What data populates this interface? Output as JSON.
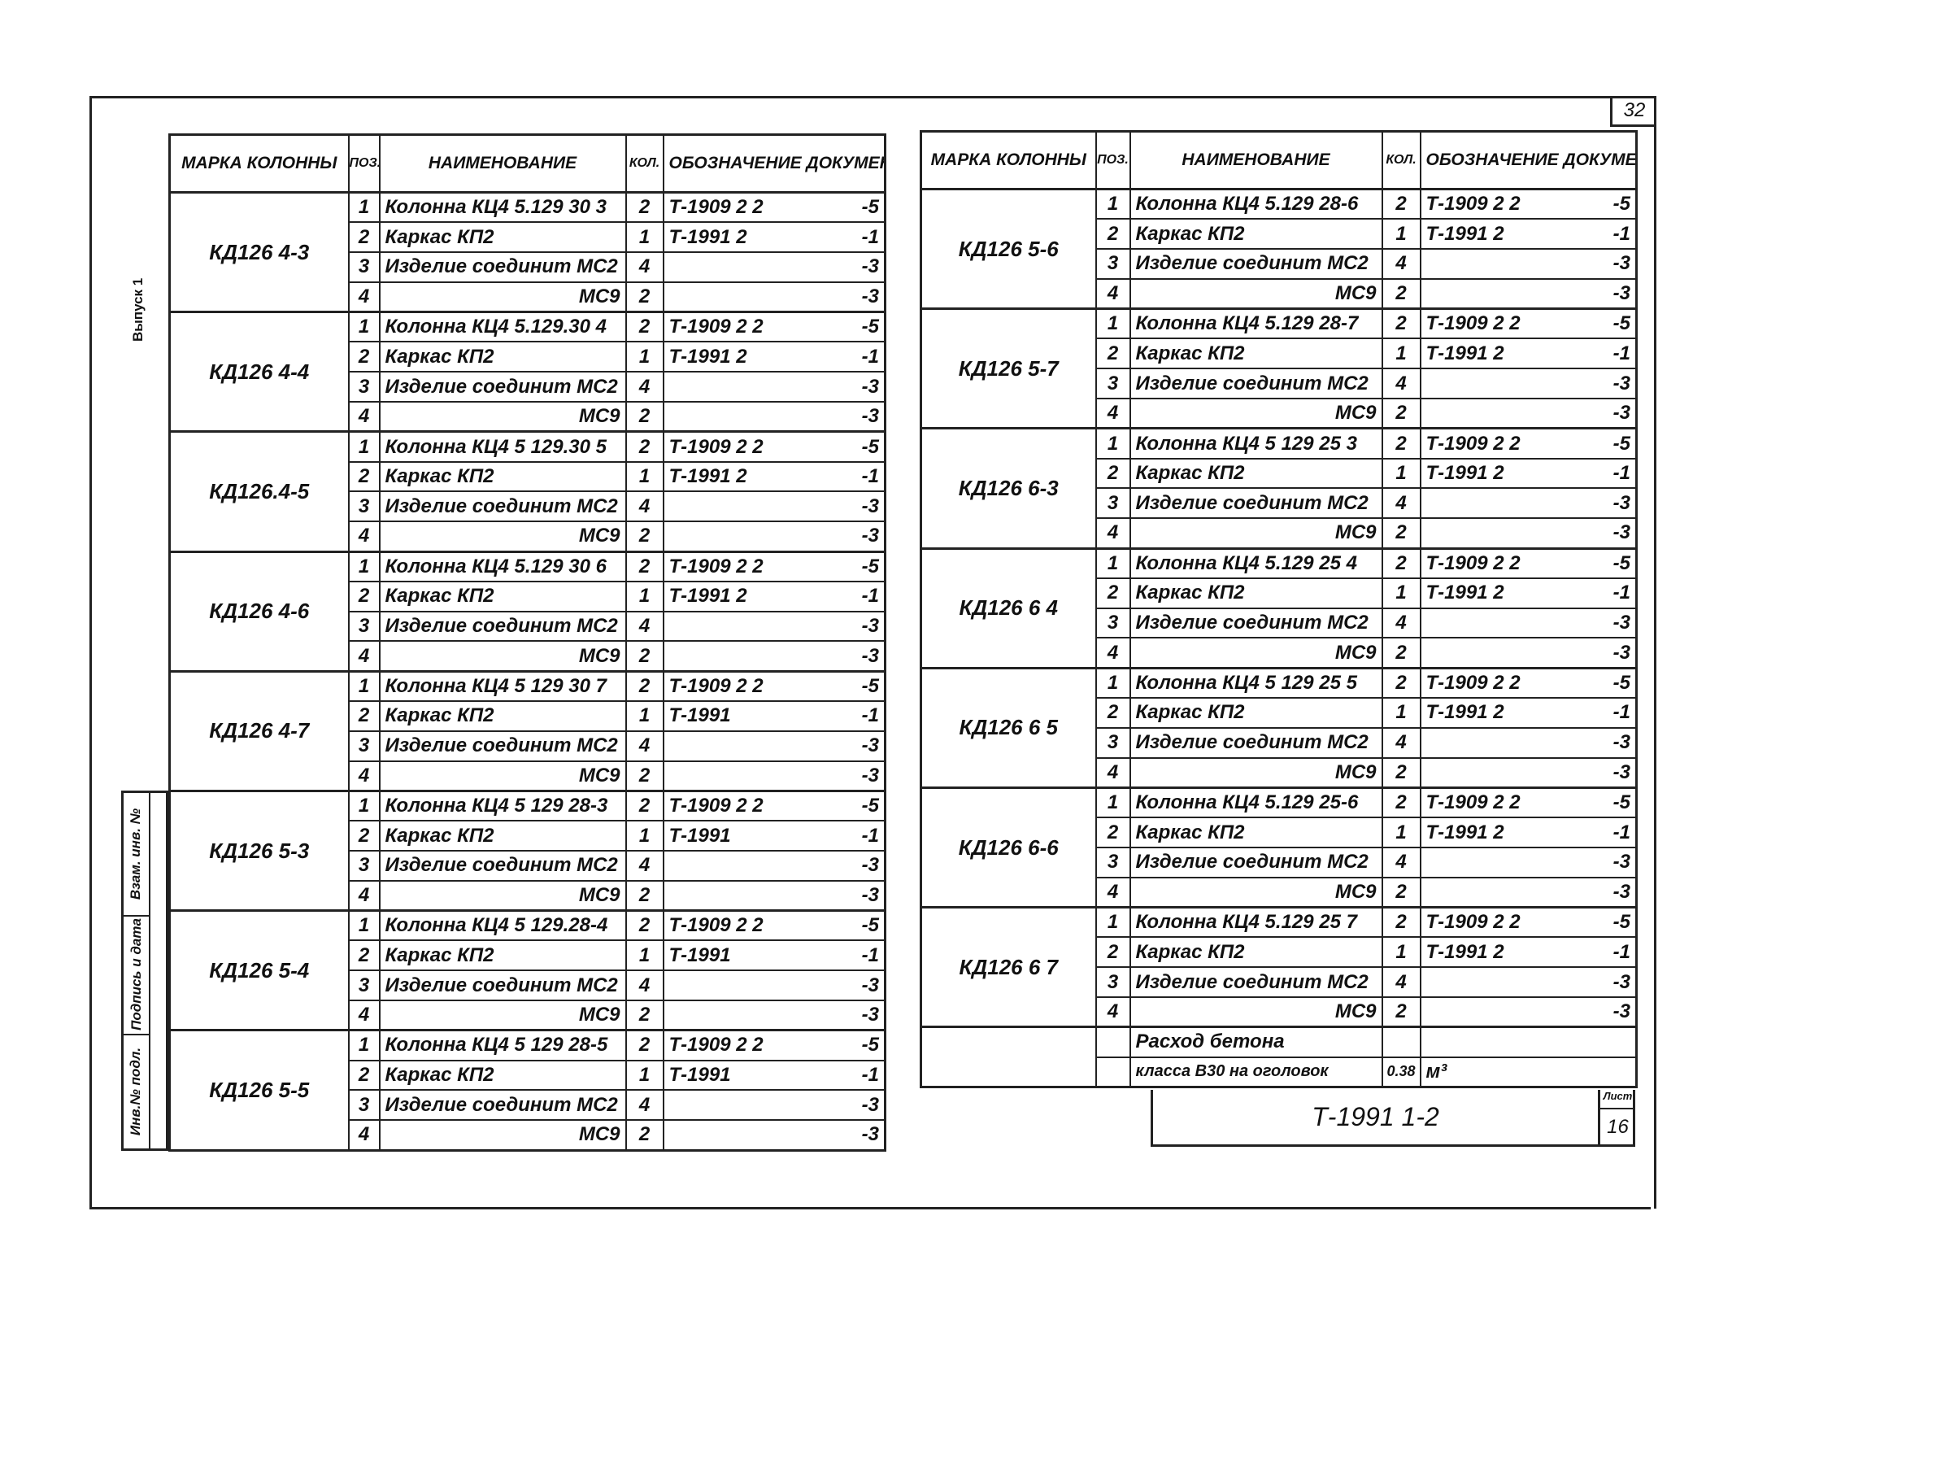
{
  "page_number": "32",
  "side_label": "Выпуск 1",
  "stamp": {
    "col1": "Инв.№ подл.",
    "col2": "Подпись и дата",
    "col3": "Взам. инв. №"
  },
  "headers": {
    "mark": "Марка колонны",
    "pos": "Поз.",
    "name": "Наименование",
    "qty": "Кол.",
    "doc": "Обозначение документа"
  },
  "left_table": [
    {
      "mark": "КД126 4-3",
      "rows": [
        {
          "pos": "1",
          "name": "Колонна КЦ4 5.129 30 3",
          "qty": "2",
          "doc": "Т-1909 2 2",
          "suffix": "-5"
        },
        {
          "pos": "2",
          "name": "Каркас КП2",
          "qty": "1",
          "doc": "Т-1991 2",
          "suffix": "-1"
        },
        {
          "pos": "3",
          "name": "Изделие соединит МС2",
          "qty": "4",
          "doc": "",
          "suffix": "-3"
        },
        {
          "pos": "4",
          "name": "МС9",
          "qty": "2",
          "doc": "",
          "suffix": "-3"
        }
      ]
    },
    {
      "mark": "КД126 4-4",
      "rows": [
        {
          "pos": "1",
          "name": "Колонна КЦ4 5.129.30 4",
          "qty": "2",
          "doc": "Т-1909 2 2",
          "suffix": "-5"
        },
        {
          "pos": "2",
          "name": "Каркас КП2",
          "qty": "1",
          "doc": "Т-1991 2",
          "suffix": "-1"
        },
        {
          "pos": "3",
          "name": "Изделие соединит МС2",
          "qty": "4",
          "doc": "",
          "suffix": "-3"
        },
        {
          "pos": "4",
          "name": "МС9",
          "qty": "2",
          "doc": "",
          "suffix": "-3"
        }
      ]
    },
    {
      "mark": "КД126.4-5",
      "rows": [
        {
          "pos": "1",
          "name": "Колонна КЦ4 5 129.30 5",
          "qty": "2",
          "doc": "Т-1909 2 2",
          "suffix": "-5"
        },
        {
          "pos": "2",
          "name": "Каркас КП2",
          "qty": "1",
          "doc": "Т-1991 2",
          "suffix": "-1"
        },
        {
          "pos": "3",
          "name": "Изделие соединит МС2",
          "qty": "4",
          "doc": "",
          "suffix": "-3"
        },
        {
          "pos": "4",
          "name": "МС9",
          "qty": "2",
          "doc": "",
          "suffix": "-3"
        }
      ]
    },
    {
      "mark": "КД126 4-6",
      "rows": [
        {
          "pos": "1",
          "name": "Колонна КЦ4 5.129 30 6",
          "qty": "2",
          "doc": "Т-1909 2 2",
          "suffix": "-5"
        },
        {
          "pos": "2",
          "name": "Каркас КП2",
          "qty": "1",
          "doc": "Т-1991 2",
          "suffix": "-1"
        },
        {
          "pos": "3",
          "name": "Изделие соединит МС2",
          "qty": "4",
          "doc": "",
          "suffix": "-3"
        },
        {
          "pos": "4",
          "name": "МС9",
          "qty": "2",
          "doc": "",
          "suffix": "-3"
        }
      ]
    },
    {
      "mark": "КД126 4-7",
      "rows": [
        {
          "pos": "1",
          "name": "Колонна КЦ4 5 129 30 7",
          "qty": "2",
          "doc": "Т-1909 2 2",
          "suffix": "-5"
        },
        {
          "pos": "2",
          "name": "Каркас КП2",
          "qty": "1",
          "doc": "Т-1991",
          "suffix": "-1"
        },
        {
          "pos": "3",
          "name": "Изделие соединит МС2",
          "qty": "4",
          "doc": "",
          "suffix": "-3"
        },
        {
          "pos": "4",
          "name": "МС9",
          "qty": "2",
          "doc": "",
          "suffix": "-3"
        }
      ]
    },
    {
      "mark": "КД126 5-3",
      "rows": [
        {
          "pos": "1",
          "name": "Колонна КЦ4 5 129 28-3",
          "qty": "2",
          "doc": "Т-1909 2 2",
          "suffix": "-5"
        },
        {
          "pos": "2",
          "name": "Каркас КП2",
          "qty": "1",
          "doc": "Т-1991",
          "suffix": "-1"
        },
        {
          "pos": "3",
          "name": "Изделие соединит МС2",
          "qty": "4",
          "doc": "",
          "suffix": "-3"
        },
        {
          "pos": "4",
          "name": "МС9",
          "qty": "2",
          "doc": "",
          "suffix": "-3"
        }
      ]
    },
    {
      "mark": "КД126 5-4",
      "rows": [
        {
          "pos": "1",
          "name": "Колонна КЦ4 5 129.28-4",
          "qty": "2",
          "doc": "Т-1909 2 2",
          "suffix": "-5"
        },
        {
          "pos": "2",
          "name": "Каркас КП2",
          "qty": "1",
          "doc": "Т-1991",
          "suffix": "-1"
        },
        {
          "pos": "3",
          "name": "Изделие соединит МС2",
          "qty": "4",
          "doc": "",
          "suffix": "-3"
        },
        {
          "pos": "4",
          "name": "МС9",
          "qty": "2",
          "doc": "",
          "suffix": "-3"
        }
      ]
    },
    {
      "mark": "КД126 5-5",
      "rows": [
        {
          "pos": "1",
          "name": "Колонна КЦ4 5 129 28-5",
          "qty": "2",
          "doc": "Т-1909 2 2",
          "suffix": "-5"
        },
        {
          "pos": "2",
          "name": "Каркас КП2",
          "qty": "1",
          "doc": "Т-1991",
          "suffix": "-1"
        },
        {
          "pos": "3",
          "name": "Изделие соединит МС2",
          "qty": "4",
          "doc": "",
          "suffix": "-3"
        },
        {
          "pos": "4",
          "name": "МС9",
          "qty": "2",
          "doc": "",
          "suffix": "-3"
        }
      ]
    }
  ],
  "right_table": [
    {
      "mark": "КД126 5-6",
      "rows": [
        {
          "pos": "1",
          "name": "Колонна КЦ4 5.129 28-6",
          "qty": "2",
          "doc": "Т-1909 2 2",
          "suffix": "-5"
        },
        {
          "pos": "2",
          "name": "Каркас КП2",
          "qty": "1",
          "doc": "Т-1991 2",
          "suffix": "-1"
        },
        {
          "pos": "3",
          "name": "Изделие соединит МС2",
          "qty": "4",
          "doc": "",
          "suffix": "-3"
        },
        {
          "pos": "4",
          "name": "МС9",
          "qty": "2",
          "doc": "",
          "suffix": "-3"
        }
      ]
    },
    {
      "mark": "КД126 5-7",
      "rows": [
        {
          "pos": "1",
          "name": "Колонна КЦ4 5.129 28-7",
          "qty": "2",
          "doc": "Т-1909 2 2",
          "suffix": "-5"
        },
        {
          "pos": "2",
          "name": "Каркас КП2",
          "qty": "1",
          "doc": "Т-1991 2",
          "suffix": "-1"
        },
        {
          "pos": "3",
          "name": "Изделие соединит МС2",
          "qty": "4",
          "doc": "",
          "suffix": "-3"
        },
        {
          "pos": "4",
          "name": "МС9",
          "qty": "2",
          "doc": "",
          "suffix": "-3"
        }
      ]
    },
    {
      "mark": "КД126 6-3",
      "rows": [
        {
          "pos": "1",
          "name": "Колонна КЦ4 5 129 25 3",
          "qty": "2",
          "doc": "Т-1909 2 2",
          "suffix": "-5"
        },
        {
          "pos": "2",
          "name": "Каркас КП2",
          "qty": "1",
          "doc": "Т-1991 2",
          "suffix": "-1"
        },
        {
          "pos": "3",
          "name": "Изделие соединит МС2",
          "qty": "4",
          "doc": "",
          "suffix": "-3"
        },
        {
          "pos": "4",
          "name": "МС9",
          "qty": "2",
          "doc": "",
          "suffix": "-3"
        }
      ]
    },
    {
      "mark": "КД126 6 4",
      "rows": [
        {
          "pos": "1",
          "name": "Колонна КЦ4 5.129 25 4",
          "qty": "2",
          "doc": "Т-1909 2 2",
          "suffix": "-5"
        },
        {
          "pos": "2",
          "name": "Каркас КП2",
          "qty": "1",
          "doc": "Т-1991 2",
          "suffix": "-1"
        },
        {
          "pos": "3",
          "name": "Изделие соединит МС2",
          "qty": "4",
          "doc": "",
          "suffix": "-3"
        },
        {
          "pos": "4",
          "name": "МС9",
          "qty": "2",
          "doc": "",
          "suffix": "-3"
        }
      ]
    },
    {
      "mark": "КД126 6 5",
      "rows": [
        {
          "pos": "1",
          "name": "Колонна КЦ4 5 129 25 5",
          "qty": "2",
          "doc": "Т-1909 2 2",
          "suffix": "-5"
        },
        {
          "pos": "2",
          "name": "Каркас КП2",
          "qty": "1",
          "doc": "Т-1991 2",
          "suffix": "-1"
        },
        {
          "pos": "3",
          "name": "Изделие соединит МС2",
          "qty": "4",
          "doc": "",
          "suffix": "-3"
        },
        {
          "pos": "4",
          "name": "МС9",
          "qty": "2",
          "doc": "",
          "suffix": "-3"
        }
      ]
    },
    {
      "mark": "КД126 6-6",
      "rows": [
        {
          "pos": "1",
          "name": "Колонна КЦ4 5.129 25-6",
          "qty": "2",
          "doc": "Т-1909 2 2",
          "suffix": "-5"
        },
        {
          "pos": "2",
          "name": "Каркас КП2",
          "qty": "1",
          "doc": "Т-1991 2",
          "suffix": "-1"
        },
        {
          "pos": "3",
          "name": "Изделие соединит МС2",
          "qty": "4",
          "doc": "",
          "suffix": "-3"
        },
        {
          "pos": "4",
          "name": "МС9",
          "qty": "2",
          "doc": "",
          "suffix": "-3"
        }
      ]
    },
    {
      "mark": "КД126 6 7",
      "rows": [
        {
          "pos": "1",
          "name": "Колонна КЦ4 5.129 25 7",
          "qty": "2",
          "doc": "Т-1909 2 2",
          "suffix": "-5"
        },
        {
          "pos": "2",
          "name": "Каркас КП2",
          "qty": "1",
          "doc": "Т-1991 2",
          "suffix": "-1"
        },
        {
          "pos": "3",
          "name": "Изделие соединит МС2",
          "qty": "4",
          "doc": "",
          "suffix": "-3"
        },
        {
          "pos": "4",
          "name": "МС9",
          "qty": "2",
          "doc": "",
          "suffix": "-3"
        }
      ]
    }
  ],
  "concrete": {
    "line1": "Расход бетона",
    "line2": "класса В30 на оголовок",
    "qty": "0.38",
    "unit": "м³"
  },
  "title_block": {
    "code": "Т-1991 1-2",
    "sheet_label": "Лист",
    "sheet_number": "16"
  }
}
